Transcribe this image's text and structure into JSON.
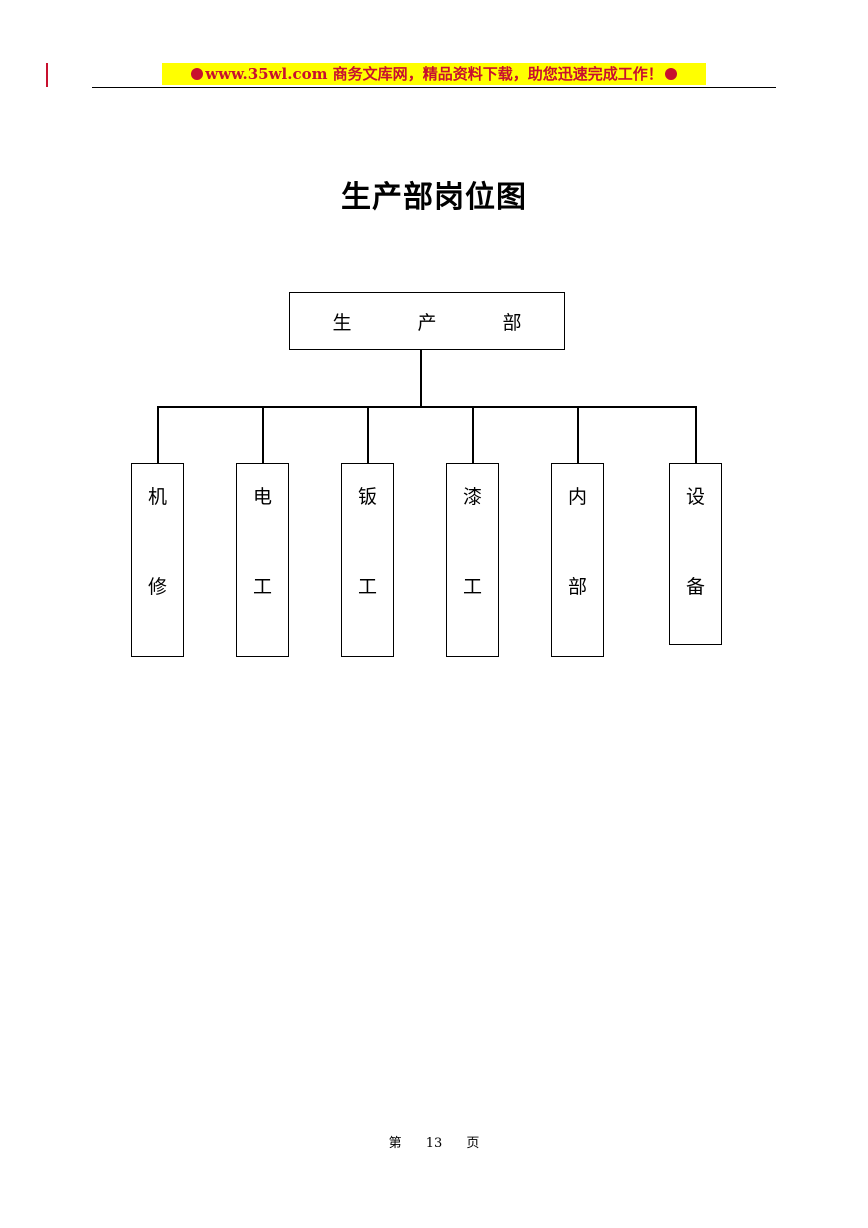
{
  "header": {
    "banner_text": "www.35wl.com  商务文库网，精品资料下载，助您迅速完成工作！",
    "accent_color": "#c8102e",
    "banner_bg": "#ffff00"
  },
  "title": "生产部岗位图",
  "org_chart": {
    "root": "生 产 部",
    "children": [
      {
        "line1": "机",
        "line2": "修"
      },
      {
        "line1": "电",
        "line2": "工"
      },
      {
        "line1": "钣",
        "line2": "工"
      },
      {
        "line1": "漆",
        "line2": "工"
      },
      {
        "line1": "内",
        "line2": "部"
      },
      {
        "line1": "设",
        "line2": "备"
      }
    ]
  },
  "footer": {
    "prefix": "第",
    "page_number": "13",
    "suffix": "页"
  }
}
